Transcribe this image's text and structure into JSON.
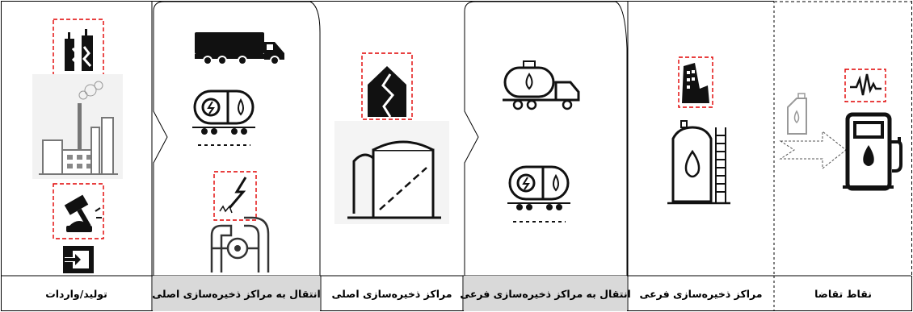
{
  "stages": [
    {
      "id": "production",
      "label": "تولید/واردات",
      "shaded": false
    },
    {
      "id": "transfer-main",
      "label": "انتقال  به مراکز ذخیره‌سازی اصلی",
      "shaded": true
    },
    {
      "id": "main-storage",
      "label": "مراکز ذخیره‌سازی اصلی",
      "shaded": false
    },
    {
      "id": "transfer-sub",
      "label": "انتقال  به مراکز ذخیره‌سازی فرعی",
      "shaded": true
    },
    {
      "id": "sub-storage",
      "label": "مراکز ذخیره‌سازی فرعی",
      "shaded": false
    },
    {
      "id": "demand",
      "label": "نقاط تقاضا",
      "shaded": false
    }
  ],
  "colors": {
    "risk_box": "#e00000",
    "shaded_label": "#d9d9d9",
    "icon_dark": "#111111",
    "icon_light": "#b5b5b5"
  },
  "icons": [
    "earthquake-icon",
    "refinery-icon",
    "auction-sanction-icon",
    "import-enter-icon",
    "truck-icon",
    "rail-tank-car-icon",
    "electric-spark-icon",
    "pipeline-valve-icon",
    "landslide-house-icon",
    "storage-tanks-icon",
    "tanker-truck-icon",
    "rail-tank-car-icon",
    "collapsed-building-icon",
    "fuel-silo-icon",
    "jerrycan-icon",
    "pulse-icon",
    "fuel-pump-icon"
  ]
}
